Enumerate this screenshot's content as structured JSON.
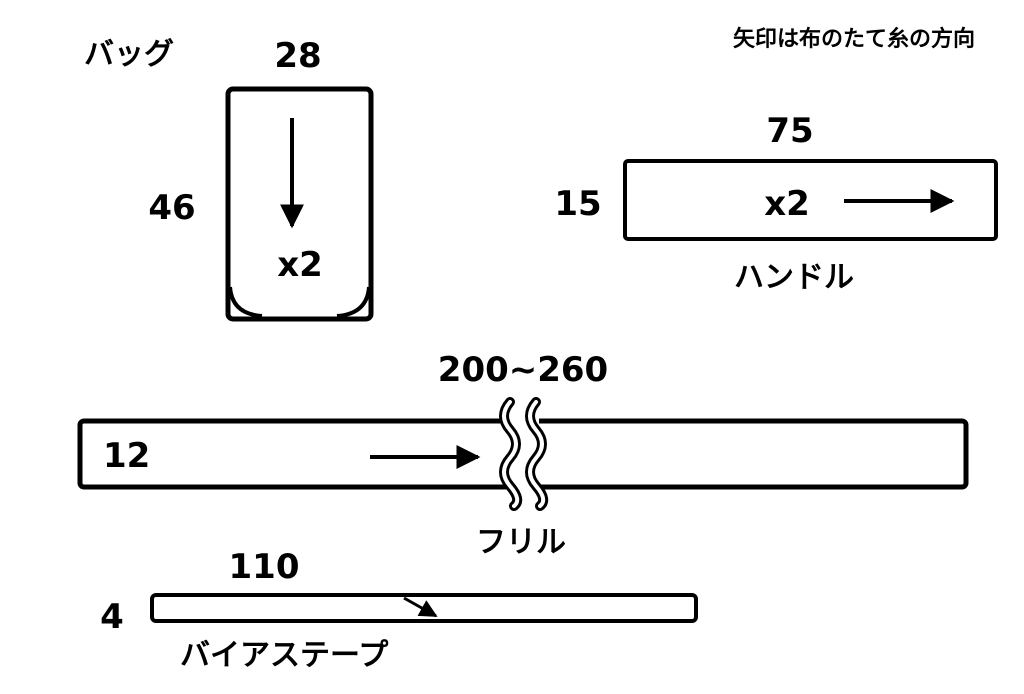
{
  "note": "矢印は布のたて糸の方向",
  "bag": {
    "label": "バッグ",
    "width": "28",
    "height": "46",
    "count": "x2"
  },
  "handle": {
    "label": "ハンドル",
    "width": "75",
    "height": "15",
    "count": "x2"
  },
  "frill": {
    "label": "フリル",
    "width": "200~260",
    "height": "12"
  },
  "bias_tape": {
    "label": "バイアステープ",
    "width": "110",
    "height": "4"
  },
  "colors": {
    "line": "#000000",
    "background": "#ffffff"
  }
}
